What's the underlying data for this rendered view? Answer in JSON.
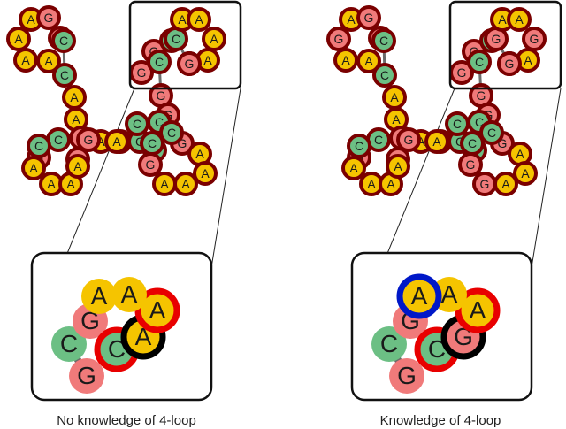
{
  "colors": {
    "A": "#f5c400",
    "G": "#f07a7a",
    "C": "#6cbf84",
    "outline": "#7a0000",
    "bond": "#6b6b6b",
    "highlight_red": "#e80000",
    "highlight_black": "#000000",
    "highlight_blue": "#0018c8"
  },
  "panels": [
    {
      "caption": "No knowledge of 4-loop",
      "hairpin": [
        "C",
        "G",
        "C",
        "A",
        "A",
        "A",
        "A",
        "G",
        "C",
        "G"
      ],
      "hairpin_highlight": [
        "none",
        "none",
        "red",
        "black",
        "red",
        "none",
        "none",
        "none",
        "none",
        "none"
      ]
    },
    {
      "caption": "Knowledge of 4-loop",
      "hairpin": [
        "C",
        "G",
        "C",
        "G",
        "A",
        "A",
        "A",
        "G",
        "C",
        "G"
      ],
      "hairpin_highlight": [
        "none",
        "none",
        "red",
        "black",
        "red",
        "none",
        "blue",
        "none",
        "none",
        "none"
      ]
    }
  ],
  "molecule_left": [
    "A",
    "A",
    "A",
    "A",
    "G",
    "G",
    "C",
    "C",
    "A",
    "G",
    "C",
    "G",
    "C",
    "A",
    "A",
    "A",
    "A",
    "G",
    "G",
    "C",
    "G",
    "G",
    "C",
    "C",
    "A",
    "G",
    "G",
    "C",
    "G",
    "C",
    "A",
    "A",
    "A",
    "A",
    "A",
    "G",
    "C",
    "A",
    "G",
    "C",
    "G",
    "A",
    "A",
    "A",
    "A",
    "G",
    "C",
    "C"
  ],
  "molecule_right": [
    "A",
    "G",
    "A",
    "A",
    "G",
    "G",
    "C",
    "C",
    "A",
    "G",
    "C",
    "G",
    "G",
    "A",
    "A",
    "G",
    "A",
    "G",
    "G",
    "C",
    "G",
    "G",
    "C",
    "C",
    "A",
    "G",
    "G",
    "C",
    "G",
    "C",
    "A",
    "A",
    "A",
    "A",
    "A",
    "G",
    "C",
    "A",
    "G",
    "C",
    "G",
    "A",
    "A",
    "A",
    "G",
    "G",
    "C",
    "C"
  ]
}
